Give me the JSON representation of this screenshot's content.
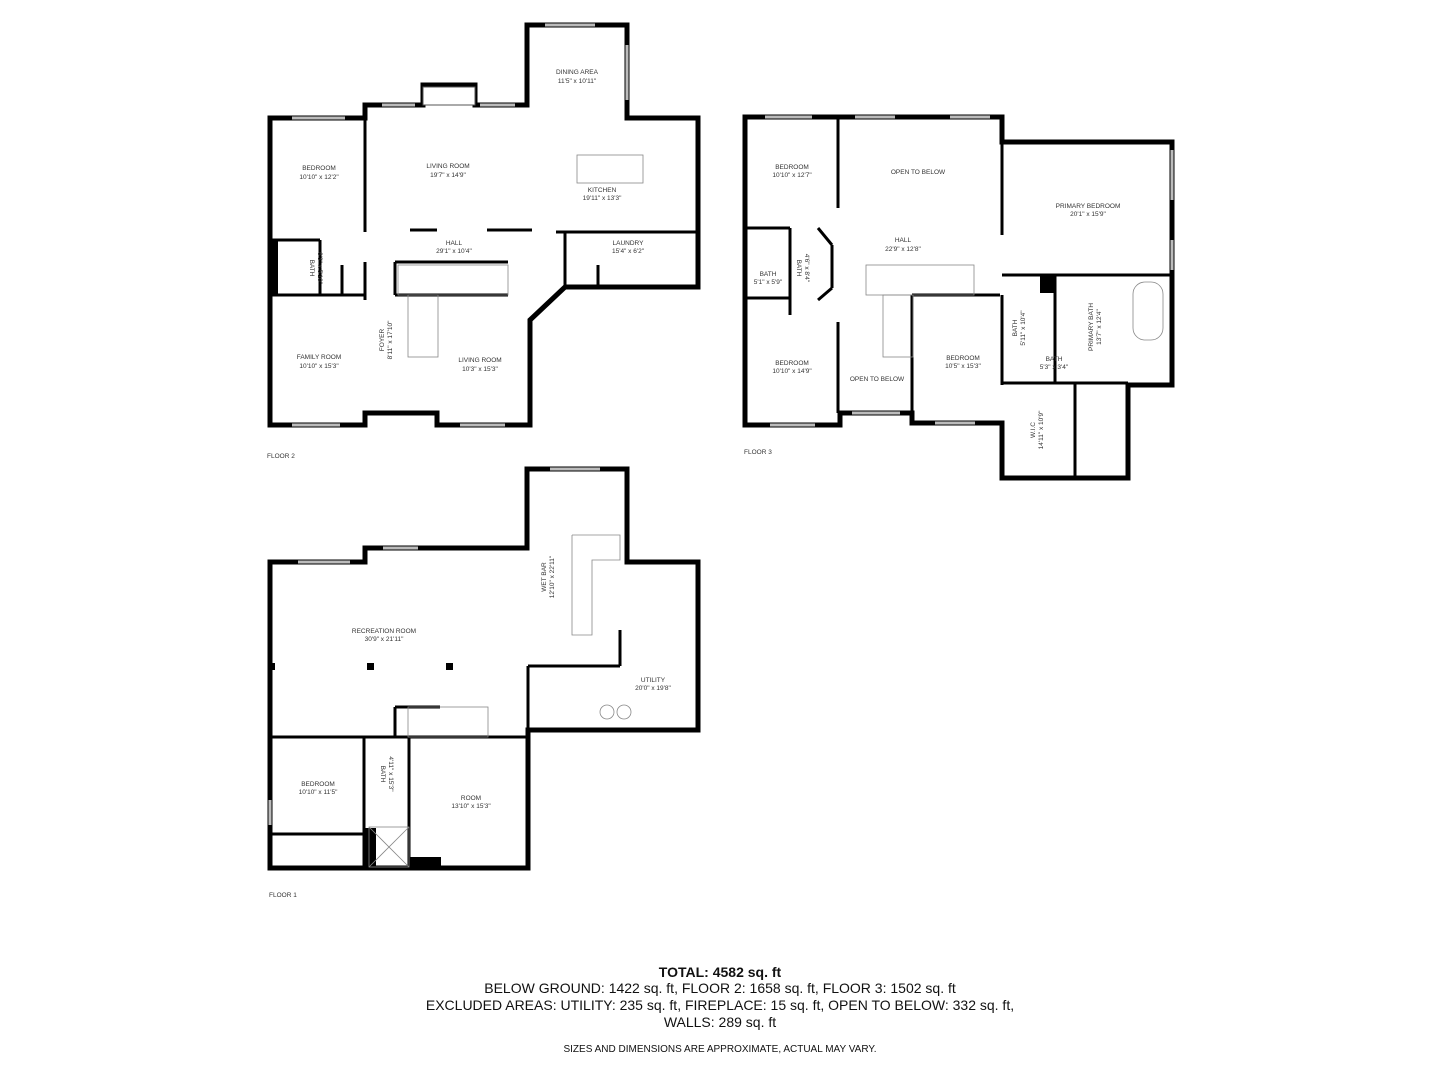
{
  "floors": {
    "floor2": {
      "label": "FLOOR 2",
      "rooms": [
        {
          "name": "BEDROOM",
          "dims": "10'10\" x 12'2\""
        },
        {
          "name": "LIVING ROOM",
          "dims": "19'7\" x 14'9\""
        },
        {
          "name": "DINING AREA",
          "dims": "11'5\" x 10'11\""
        },
        {
          "name": "KITCHEN",
          "dims": "19'11\" x 13'3\""
        },
        {
          "name": "HALL",
          "dims": "29'1\" x 10'4\""
        },
        {
          "name": "LAUNDRY",
          "dims": "15'4\" x 6'2\""
        },
        {
          "name": "BATH",
          "dims": "6'3\" x 5'10\""
        },
        {
          "name": "FOYER",
          "dims": "8'11\" x 17'10\""
        },
        {
          "name": "FAMILY ROOM",
          "dims": "10'10\" x 15'3\""
        },
        {
          "name": "LIVING ROOM",
          "dims": "10'3\" x 15'3\""
        }
      ]
    },
    "floor3": {
      "label": "FLOOR 3",
      "rooms": [
        {
          "name": "BEDROOM",
          "dims": "10'10\" x 12'7\""
        },
        {
          "name": "OPEN TO BELOW",
          "dims": ""
        },
        {
          "name": "PRIMARY BEDROOM",
          "dims": "20'1\" x 15'9\""
        },
        {
          "name": "HALL",
          "dims": "22'9\" x 12'8\""
        },
        {
          "name": "BATH",
          "dims": "5'1\" x 5'9\""
        },
        {
          "name": "BATH",
          "dims": "4'6\" x 8'4\""
        },
        {
          "name": "BEDROOM",
          "dims": "10'10\" x 14'9\""
        },
        {
          "name": "OPEN TO BELOW",
          "dims": ""
        },
        {
          "name": "BEDROOM",
          "dims": "10'5\" x 15'3\""
        },
        {
          "name": "BATH",
          "dims": "5'11\" x 10'4\""
        },
        {
          "name": "PRIMARY BATH",
          "dims": "13'7\" x 12'4\""
        },
        {
          "name": "BATH",
          "dims": "5'3\" x 3'4\""
        },
        {
          "name": "W.I.C",
          "dims": "14'11\" x 10'9\""
        }
      ]
    },
    "floor1": {
      "label": "FLOOR 1",
      "rooms": [
        {
          "name": "RECREATION ROOM",
          "dims": "30'9\" x 21'11\""
        },
        {
          "name": "WET BAR",
          "dims": "12'10\" x 22'11\""
        },
        {
          "name": "UTILITY",
          "dims": "20'0\" x 19'8\""
        },
        {
          "name": "BEDROOM",
          "dims": "10'10\" x 11'5\""
        },
        {
          "name": "BATH",
          "dims": "4'11\" x 15'3\""
        },
        {
          "name": "ROOM",
          "dims": "13'10\" x 15'3\""
        }
      ]
    }
  },
  "summary": {
    "total": "TOTAL: 4582 sq. ft",
    "line1": "BELOW GROUND: 1422 sq. ft, FLOOR 2: 1658 sq. ft, FLOOR 3: 1502 sq. ft",
    "line2": "EXCLUDED AREAS: UTILITY: 235 sq. ft, FIREPLACE: 15 sq. ft, OPEN TO BELOW: 332 sq. ft,",
    "line3": "WALLS: 289 sq. ft",
    "disclaimer": "SIZES AND DIMENSIONS ARE APPROXIMATE, ACTUAL MAY VARY."
  }
}
